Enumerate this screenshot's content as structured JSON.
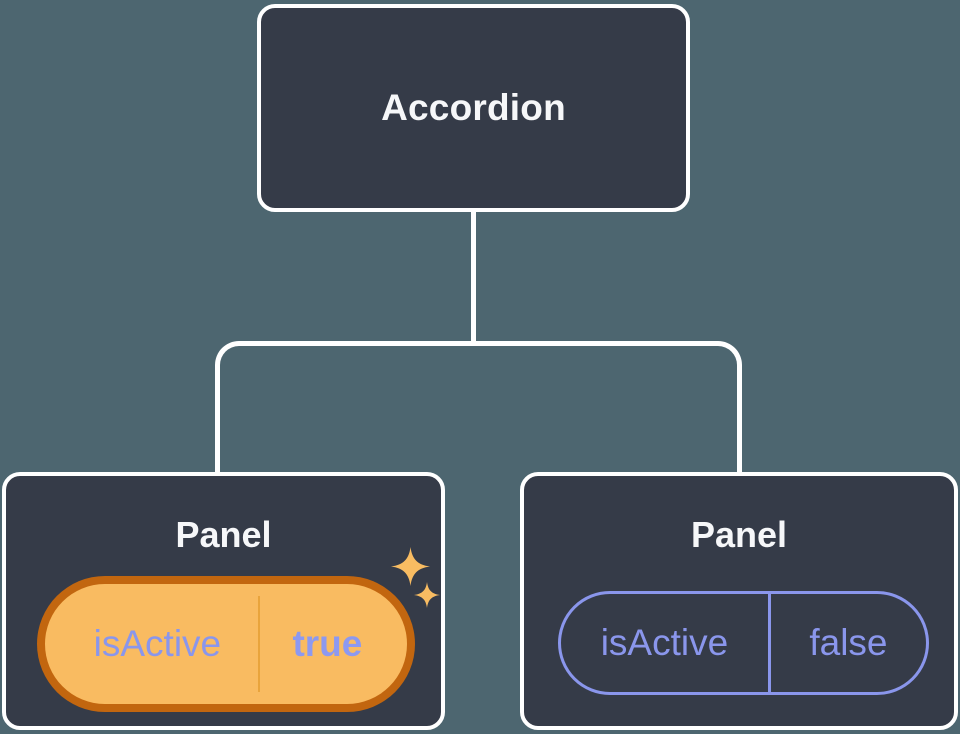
{
  "colors": {
    "background": "#4d6670",
    "card": "#353b48",
    "connector": "#ffffff",
    "title_text": "#f6f7f9",
    "state_text": "#8a96ec",
    "highlight_ring_outer": "#c2660f",
    "highlight_ring_inner": "#f9bb61",
    "highlight_divider": "#e9a43c",
    "sparkle": "#f8bc62"
  },
  "diagram": {
    "root": {
      "label": "Accordion"
    },
    "children": [
      {
        "label": "Panel",
        "highlighted": true,
        "state": {
          "key": "isActive",
          "value": "true"
        }
      },
      {
        "label": "Panel",
        "highlighted": false,
        "state": {
          "key": "isActive",
          "value": "false"
        }
      }
    ]
  }
}
